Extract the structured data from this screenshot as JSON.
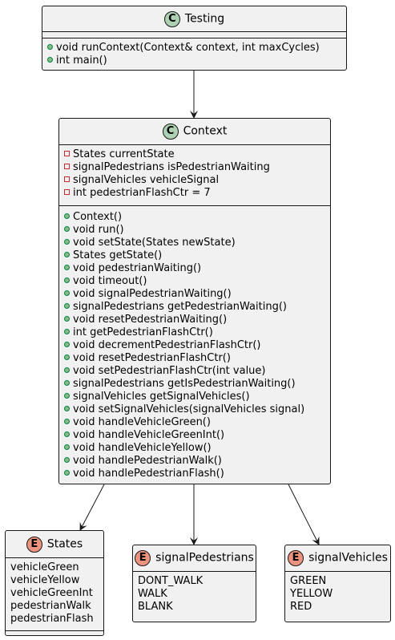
{
  "testing": {
    "name": "Testing",
    "stereotype": "C",
    "methods": [
      "void runContext(Context& context, int maxCycles)",
      "int main()"
    ]
  },
  "context": {
    "name": "Context",
    "stereotype": "C",
    "fields": [
      "States currentState",
      "signalPedestrians isPedestrianWaiting",
      "signalVehicles vehicleSignal",
      "int pedestrianFlashCtr = 7"
    ],
    "methods": [
      "Context()",
      "void run()",
      "void setState(States newState)",
      "States getState()",
      "void pedestrianWaiting()",
      "void timeout()",
      "void signalPedestrianWaiting()",
      "signalPedestrians getPedestrianWaiting()",
      "void resetPedestrianWaiting()",
      "int getPedestrianFlashCtr()",
      "void decrementPedestrianFlashCtr()",
      "void resetPedestrianFlashCtr()",
      "void setPedestrianFlashCtr(int value)",
      "signalPedestrians getIsPedestrianWaiting()",
      "signalVehicles getSignalVehicles()",
      "void setSignalVehicles(signalVehicles signal)",
      "void handleVehicleGreen()",
      "void handleVehicleGreenInt()",
      "void handleVehicleYellow()",
      "void handlePedestrianWalk()",
      "void handlePedestrianFlash()"
    ]
  },
  "states": {
    "name": "States",
    "stereotype": "E",
    "values": [
      "vehicleGreen",
      "vehicleYellow",
      "vehicleGreenInt",
      "pedestrianWalk",
      "pedestrianFlash"
    ]
  },
  "signal_pedestrians": {
    "name": "signalPedestrians",
    "stereotype": "E",
    "values": [
      "DONT_WALK",
      "WALK",
      "BLANK"
    ]
  },
  "signal_vehicles": {
    "name": "signalVehicles",
    "stereotype": "E",
    "values": [
      "GREEN",
      "YELLOW",
      "RED"
    ]
  },
  "colors": {
    "class_badge": "#add1b2",
    "enum_badge": "#eb937f",
    "box_fill": "#f1f1f1",
    "border": "#181818",
    "public_marker": "#84be84",
    "private_marker": "#c82930"
  },
  "edges": [
    {
      "from": "Testing",
      "to": "Context"
    },
    {
      "from": "Context",
      "to": "States"
    },
    {
      "from": "Context",
      "to": "signalPedestrians"
    },
    {
      "from": "Context",
      "to": "signalVehicles"
    }
  ]
}
